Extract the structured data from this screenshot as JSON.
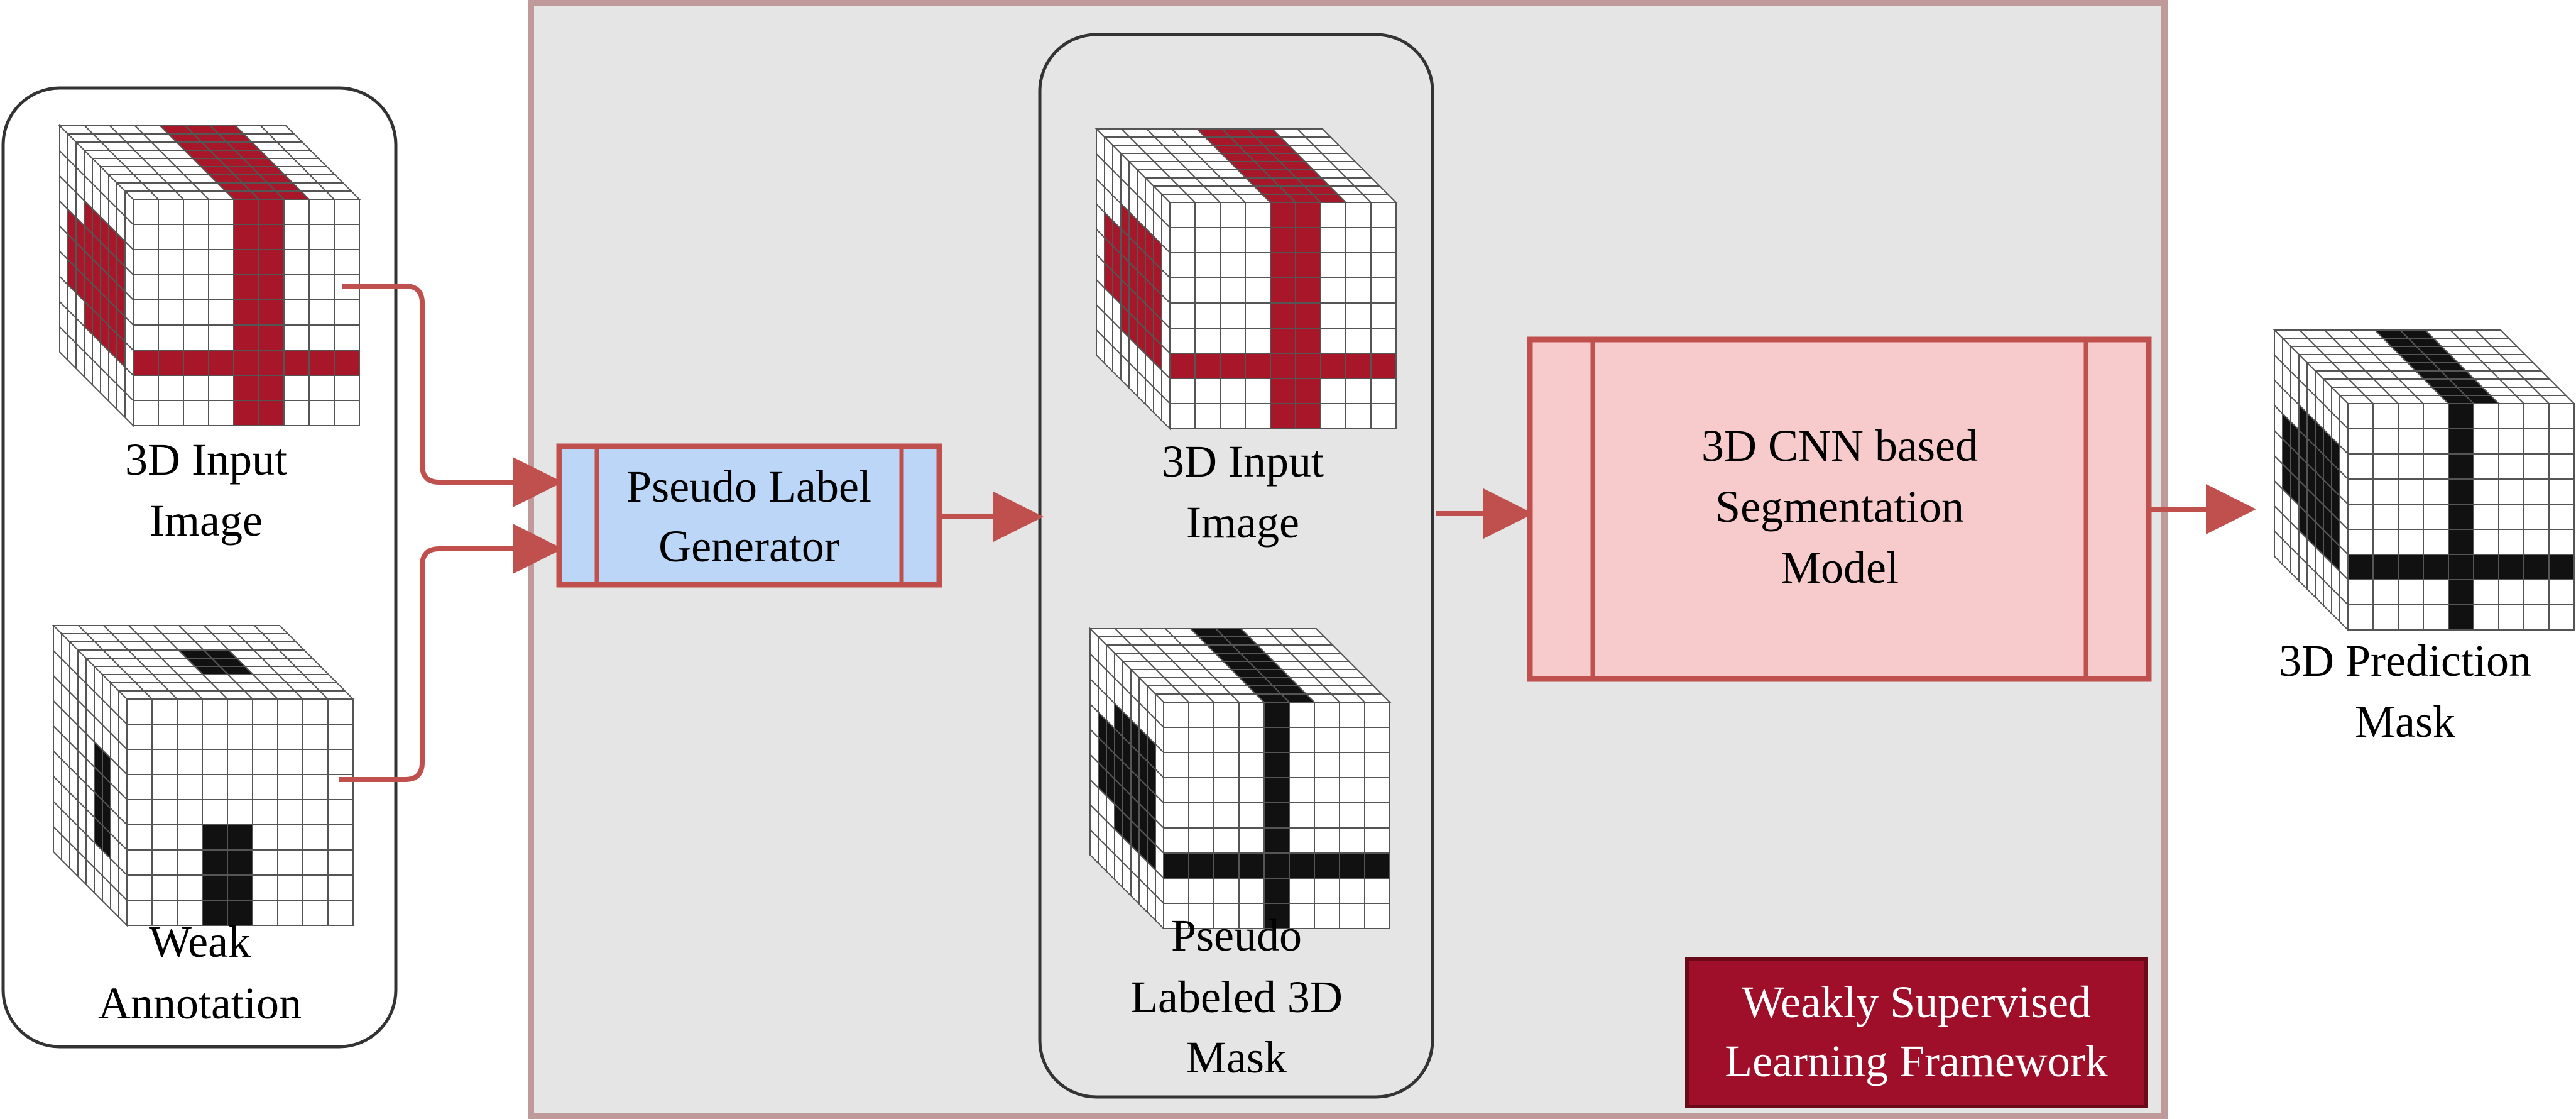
{
  "colors": {
    "framework_fill": "#e5e5e5",
    "framework_border": "#c09a9a",
    "accent": "#c0504d",
    "voxel_red": "#a8162a",
    "voxel_black": "#111111",
    "voxel_white": "#ffffff",
    "generator_fill": "#bcd6f7",
    "model_fill": "#f7cbcb",
    "badge_fill": "#a00f2a"
  },
  "inputs": {
    "image_label_line1": "3D Input",
    "image_label_line2": "Image",
    "annotation_label_line1": "Weak",
    "annotation_label_line2": "Annotation"
  },
  "generator": {
    "line1": "Pseudo Label",
    "line2": "Generator"
  },
  "middle": {
    "image_label_line1": "3D Input",
    "image_label_line2": "Image",
    "mask_label_line1": "Pseudo",
    "mask_label_line2": "Labeled 3D",
    "mask_label_line3": "Mask"
  },
  "model": {
    "line1": "3D CNN based",
    "line2": "Segmentation",
    "line3": "Model"
  },
  "output": {
    "label_line1": "3D Prediction",
    "label_line2": "Mask"
  },
  "framework": {
    "label_line1": "Weakly Supervised",
    "label_line2": "Learning Framework"
  }
}
